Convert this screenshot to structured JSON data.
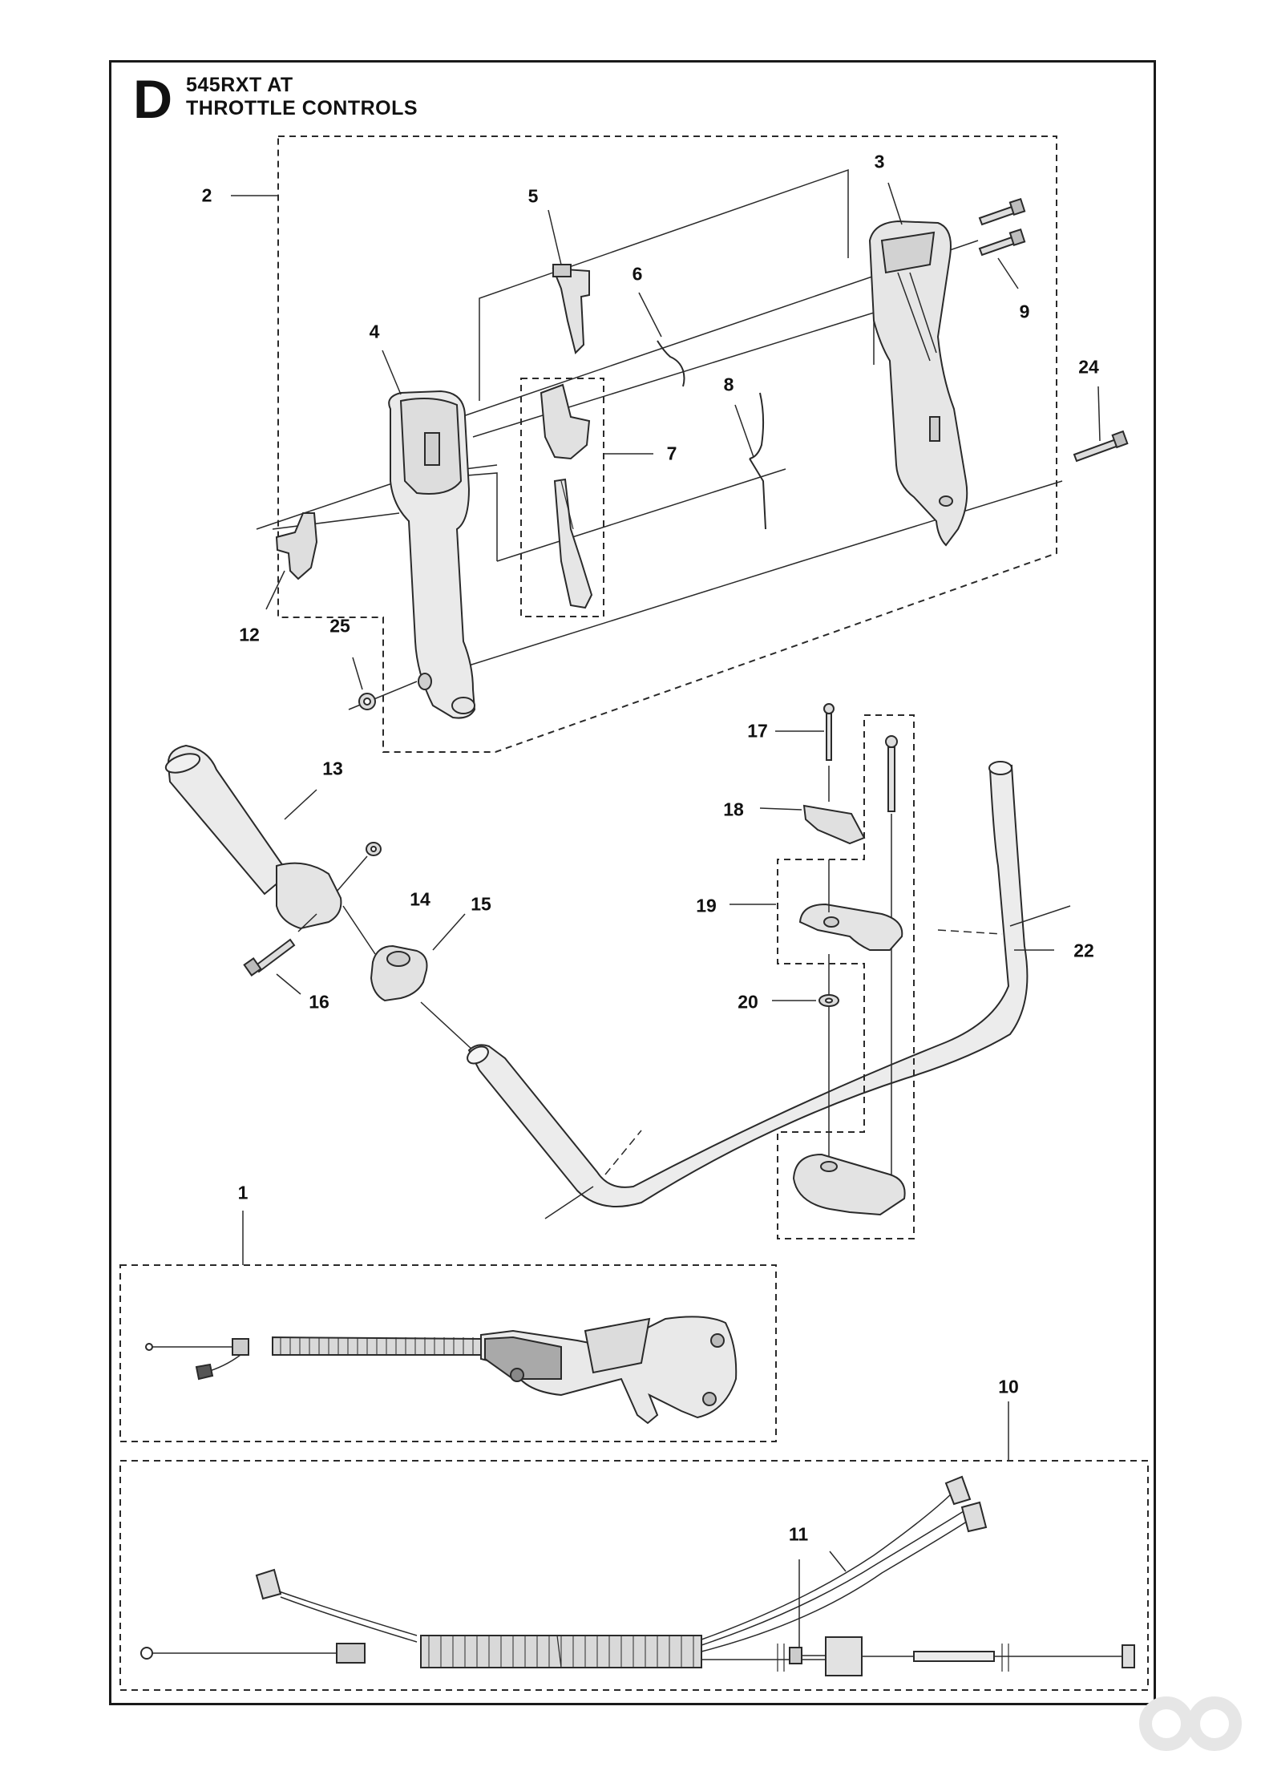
{
  "header": {
    "section_letter": "D",
    "model": "545RXT AT",
    "title": "THROTTLE CONTROLS"
  },
  "callouts": [
    {
      "id": "c1",
      "label": "1"
    },
    {
      "id": "c2",
      "label": "2"
    },
    {
      "id": "c3",
      "label": "3"
    },
    {
      "id": "c4",
      "label": "4"
    },
    {
      "id": "c5",
      "label": "5"
    },
    {
      "id": "c6",
      "label": "6"
    },
    {
      "id": "c7",
      "label": "7"
    },
    {
      "id": "c8",
      "label": "8"
    },
    {
      "id": "c9",
      "label": "9"
    },
    {
      "id": "c10",
      "label": "10"
    },
    {
      "id": "c11",
      "label": "11"
    },
    {
      "id": "c12",
      "label": "12"
    },
    {
      "id": "c13",
      "label": "13"
    },
    {
      "id": "c14",
      "label": "14"
    },
    {
      "id": "c15",
      "label": "15"
    },
    {
      "id": "c16",
      "label": "16"
    },
    {
      "id": "c17",
      "label": "17"
    },
    {
      "id": "c18",
      "label": "18"
    },
    {
      "id": "c19",
      "label": "19"
    },
    {
      "id": "c20",
      "label": "20"
    },
    {
      "id": "c22",
      "label": "22"
    },
    {
      "id": "c24",
      "label": "24"
    },
    {
      "id": "c25",
      "label": "25"
    }
  ],
  "colors": {
    "line": "#2a2a2a",
    "part_fill": "#e9e9e9",
    "part_shade": "#c8c8c8",
    "dark_fill": "#555555",
    "watermark": "#e6e6e6"
  }
}
